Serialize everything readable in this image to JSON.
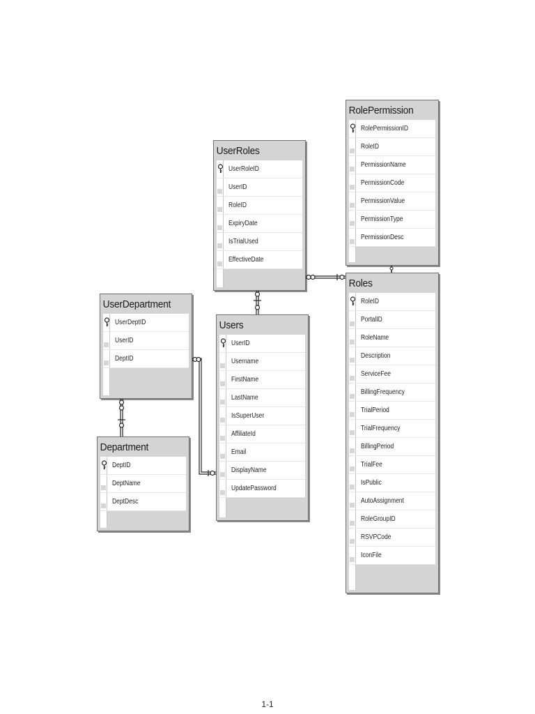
{
  "tables": [
    {
      "id": "rolepermission",
      "title": "RolePermission",
      "columns": [
        {
          "name": "RolePermissionID",
          "pk": true
        },
        {
          "name": "RoleID",
          "pk": false
        },
        {
          "name": "PermissionName",
          "pk": false
        },
        {
          "name": "PermissionCode",
          "pk": false
        },
        {
          "name": "PermissionValue",
          "pk": false
        },
        {
          "name": "PermissionType",
          "pk": false
        },
        {
          "name": "PermissionDesc",
          "pk": false
        }
      ]
    },
    {
      "id": "userroles",
      "title": "UserRoles",
      "columns": [
        {
          "name": "UserRoleID",
          "pk": true
        },
        {
          "name": "UserID",
          "pk": false
        },
        {
          "name": "RoleID",
          "pk": false
        },
        {
          "name": "ExpiryDate",
          "pk": false
        },
        {
          "name": "IsTrialUsed",
          "pk": false
        },
        {
          "name": "EffectiveDate",
          "pk": false
        }
      ]
    },
    {
      "id": "roles",
      "title": "Roles",
      "columns": [
        {
          "name": "RoleID",
          "pk": true
        },
        {
          "name": "PortalID",
          "pk": false
        },
        {
          "name": "RoleName",
          "pk": false
        },
        {
          "name": "Description",
          "pk": false
        },
        {
          "name": "ServiceFee",
          "pk": false
        },
        {
          "name": "BillingFrequency",
          "pk": false
        },
        {
          "name": "TrialPeriod",
          "pk": false
        },
        {
          "name": "TrialFrequency",
          "pk": false
        },
        {
          "name": "BillingPeriod",
          "pk": false
        },
        {
          "name": "TrialFee",
          "pk": false
        },
        {
          "name": "IsPublic",
          "pk": false
        },
        {
          "name": "AutoAssignment",
          "pk": false
        },
        {
          "name": "RoleGroupID",
          "pk": false
        },
        {
          "name": "RSVPCode",
          "pk": false
        },
        {
          "name": "IconFile",
          "pk": false
        }
      ]
    },
    {
      "id": "userdepartment",
      "title": "UserDepartment",
      "columns": [
        {
          "name": "UserDeptID",
          "pk": true
        },
        {
          "name": "UserID",
          "pk": false
        },
        {
          "name": "DeptID",
          "pk": false
        }
      ]
    },
    {
      "id": "users",
      "title": "Users",
      "columns": [
        {
          "name": "UserID",
          "pk": true
        },
        {
          "name": "Username",
          "pk": false
        },
        {
          "name": "FirstName",
          "pk": false
        },
        {
          "name": "LastName",
          "pk": false
        },
        {
          "name": "IsSuperUser",
          "pk": false
        },
        {
          "name": "AffiliateId",
          "pk": false
        },
        {
          "name": "Email",
          "pk": false
        },
        {
          "name": "DisplayName",
          "pk": false
        },
        {
          "name": "UpdatePassword",
          "pk": false
        }
      ]
    },
    {
      "id": "department",
      "title": "Department",
      "columns": [
        {
          "name": "DeptID",
          "pk": true
        },
        {
          "name": "DeptName",
          "pk": false
        },
        {
          "name": "DeptDesc",
          "pk": false
        }
      ]
    }
  ],
  "relationships": [
    {
      "from": "roles",
      "to": "rolepermission",
      "from_column": "RoleID",
      "to_column": "RoleID"
    },
    {
      "from": "roles",
      "to": "userroles",
      "from_column": "RoleID",
      "to_column": "RoleID"
    },
    {
      "from": "users",
      "to": "userroles",
      "from_column": "UserID",
      "to_column": "UserID"
    },
    {
      "from": "users",
      "to": "userdepartment",
      "from_column": "UserID",
      "to_column": "UserID"
    },
    {
      "from": "department",
      "to": "userdepartment",
      "from_column": "DeptID",
      "to_column": "DeptID"
    }
  ],
  "page_number": "1-1"
}
